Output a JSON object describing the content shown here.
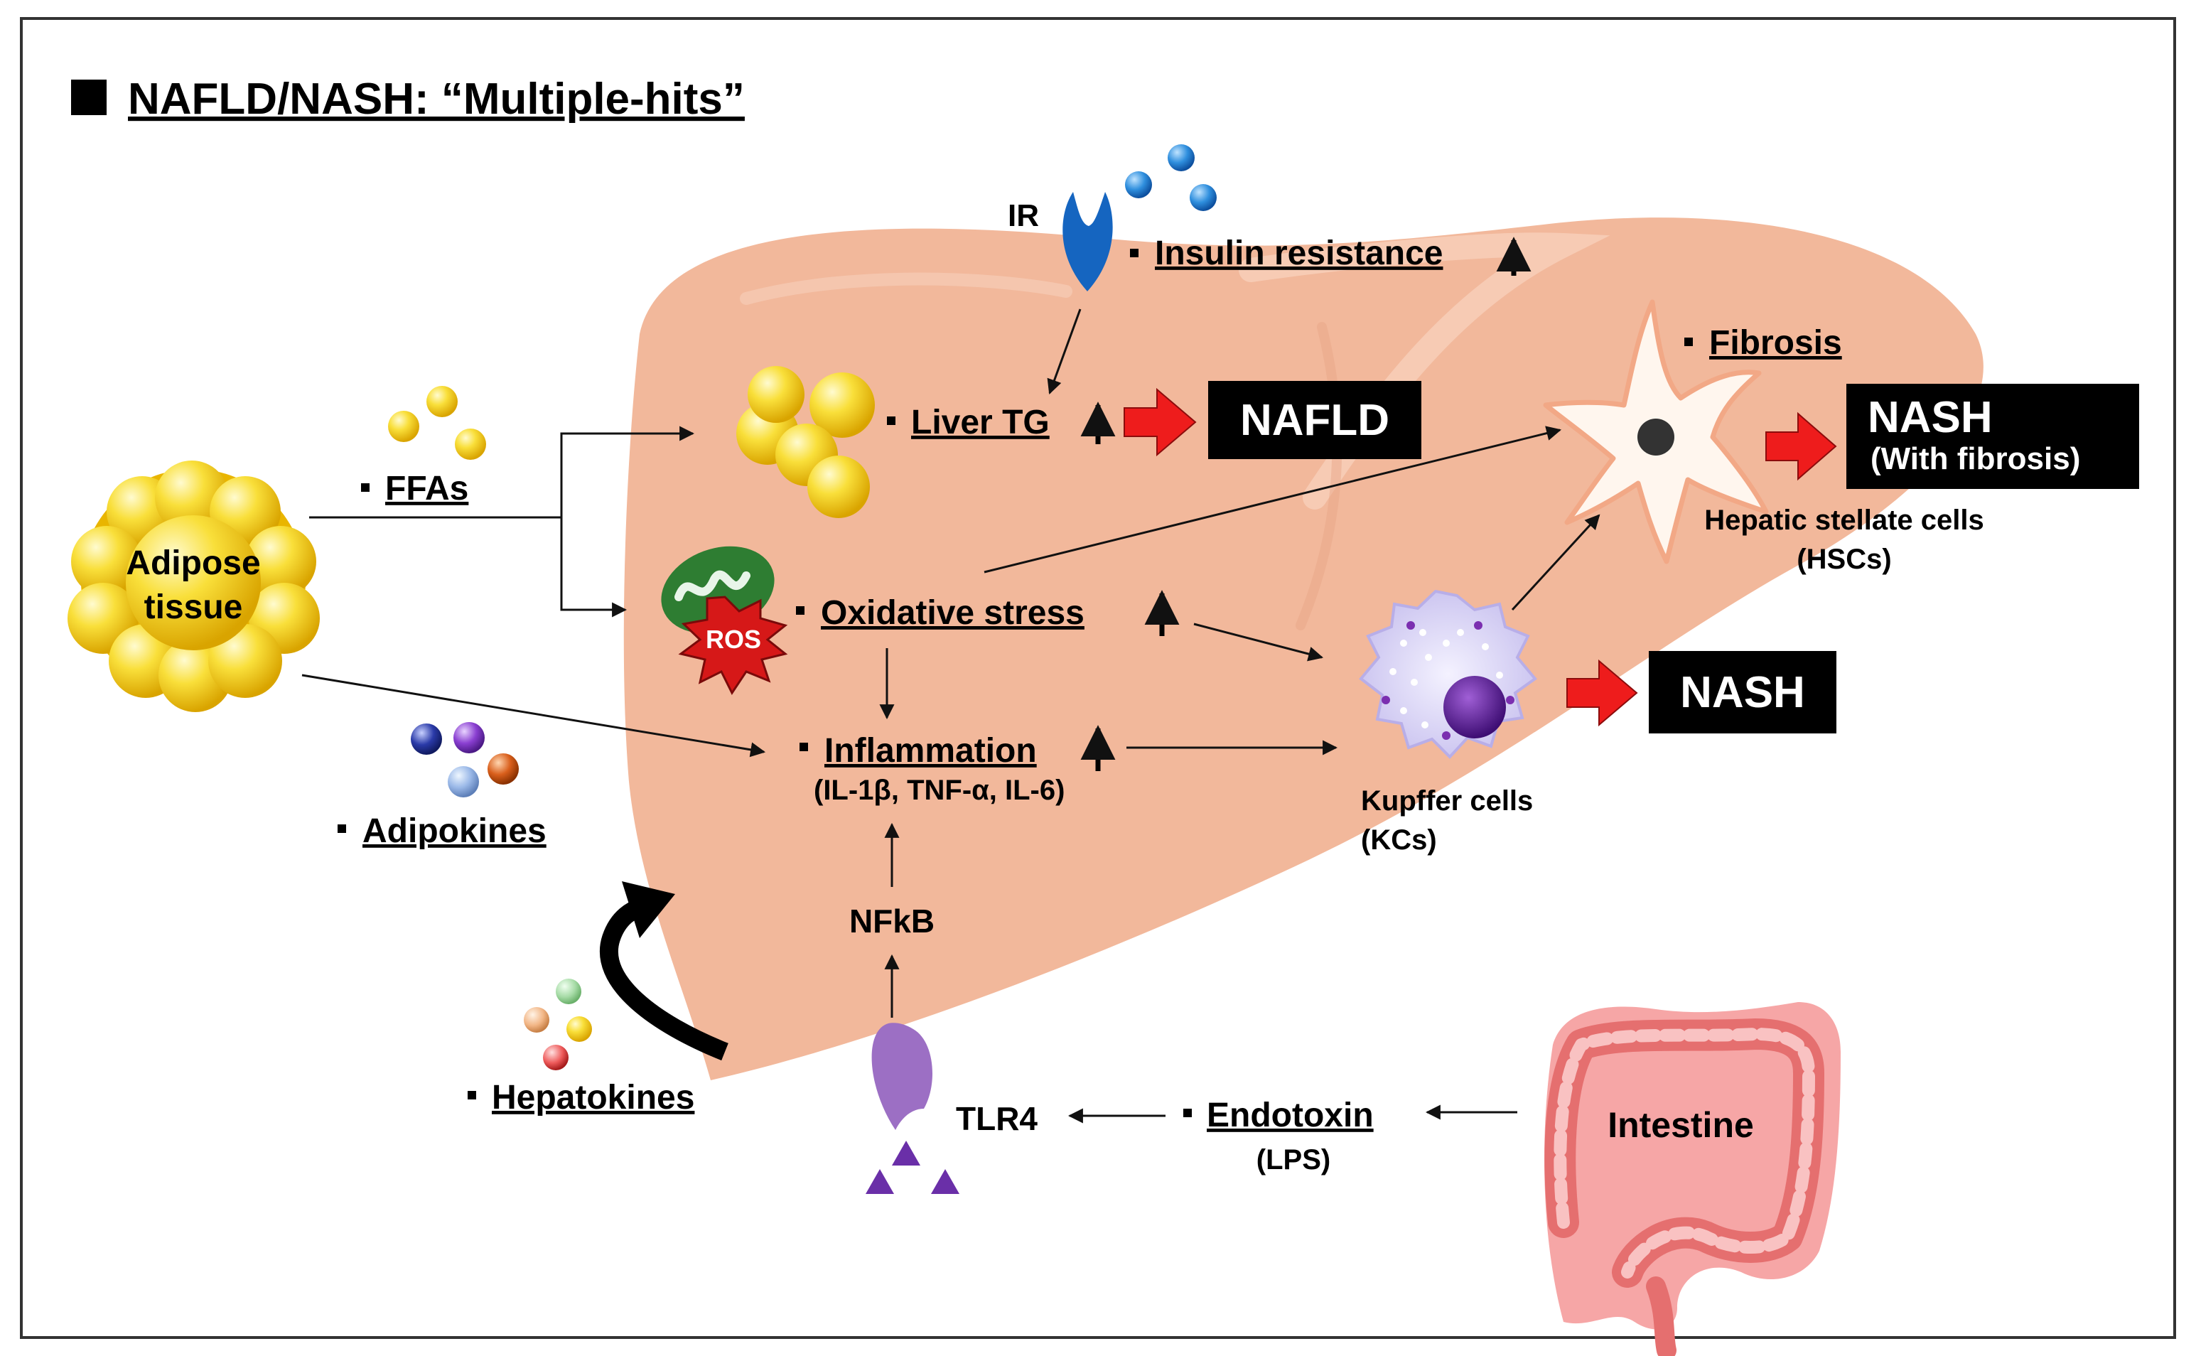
{
  "title": "NAFLD/NASH: “Multiple-hits”",
  "labels": {
    "ir": "IR",
    "insulin_resistance": "Insulin resistance",
    "liver_tg": "Liver TG",
    "ffas": "FFAs",
    "adipose_line1": "Adipose",
    "adipose_line2": "tissue",
    "ros": "ROS",
    "oxidative_stress": "Oxidative stress",
    "inflammation": "Inflammation",
    "inflammation_sub": "(IL-1β, TNF-α, IL-6)",
    "adipokines": "Adipokines",
    "nfkb": "NFkB",
    "hepatokines": "Hepatokines",
    "tlr4": "TLR4",
    "endotoxin": "Endotoxin",
    "endotoxin_sub": "(LPS)",
    "intestine": "Intestine",
    "fibrosis": "Fibrosis",
    "hsc_line1": "Hepatic stellate cells",
    "hsc_line2": "(HSCs)",
    "kc_line1": "Kupffer cells",
    "kc_line2": "(KCs)"
  },
  "outcomes": {
    "nafld": "NAFLD",
    "nash_fibrosis_line1": "NASH",
    "nash_fibrosis_line2": "(With fibrosis)",
    "nash": "NASH"
  },
  "colors": {
    "liver": "#f2b89b",
    "red_arrow": "#ee1c1c",
    "fat": "#f7d21e",
    "receptor_ir": "#1565c0",
    "receptor_tlr4": "#9c6fc4",
    "intestine": "#f28c8c",
    "kupffer": "#d9d4f4"
  }
}
